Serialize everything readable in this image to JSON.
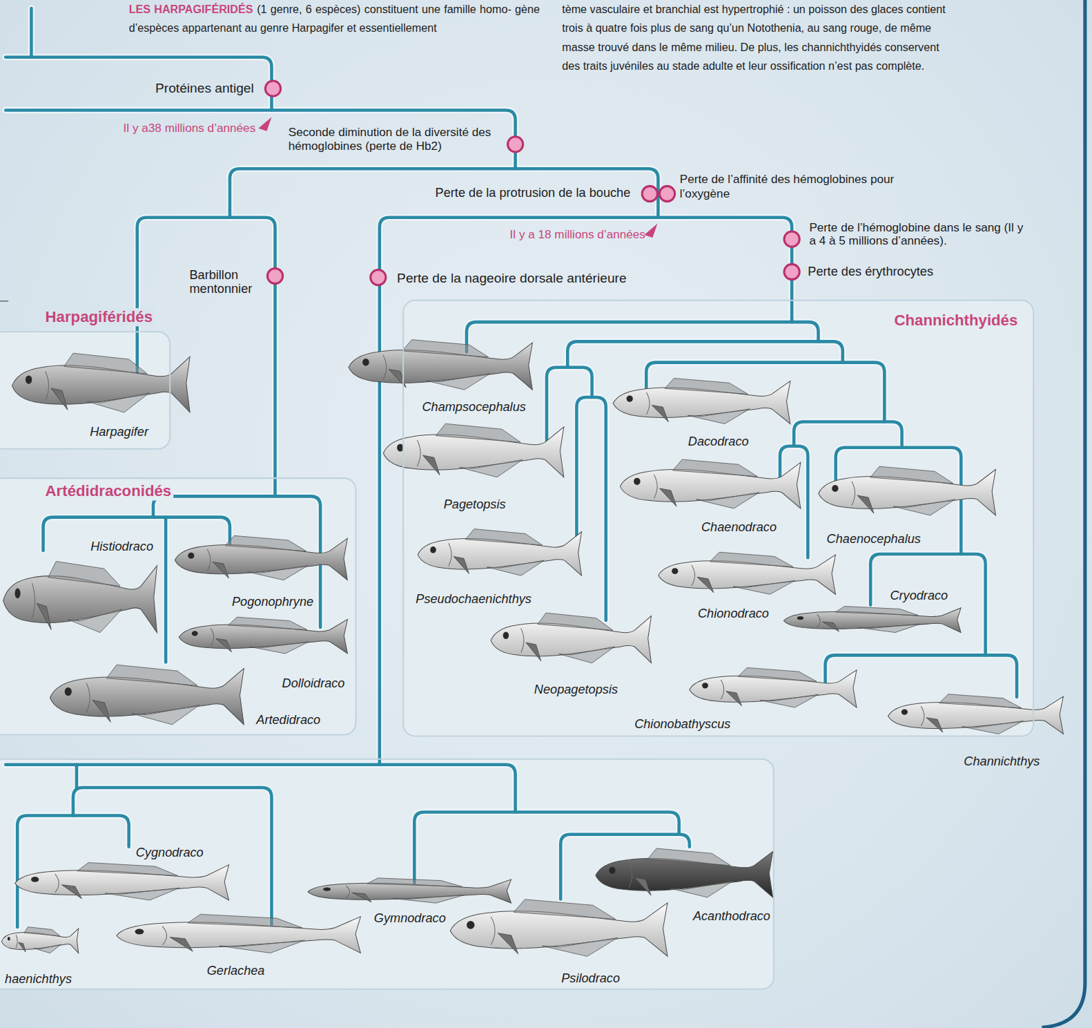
{
  "diagram": {
    "nodes": [
      {
        "text": [
          "Harpagiféridés",
          "Harpagifer"
        ]
      },
      {
        "text": [
          "Artédidraconidés",
          "Histiodraco",
          "Pogonophryne",
          "Dolloidraco",
          "Artedidraco"
        ]
      },
      {
        "text": [
          "Channichthyidés",
          "Champsocephalus",
          "Dacodraco",
          "Pagetopsis",
          "Chaenodraco",
          "Chaenocephalus",
          "Cryodraco",
          "Pseudochaenichthys",
          "Chionodraco",
          "Neopagetopsis",
          "Chionobathyscus"
        ]
      },
      {
        "text": [
          "Cygnodraco",
          "Acanthodraco",
          "Gymnodraco",
          "Gerlachea",
          "Psilodraco",
          "haenichthys"
        ]
      }
    ],
    "labels": [
      "LES HARPAGIFÉRIDÉS",
      "(1 genre, 6 espèces) constituent une famille homo- gène d’espèces appartenant au genre Harpagifer et essentiellement",
      "tème vasculaire et branchial est hypertrophié : un poisson des glaces contient trois à quatre fois plus de sang qu’un Notothenia, au sang rouge, de même masse trouvé dans le même milieu. De plus, les channichthyidés conservent des traits juvéniles au stade adulte et leur ossification n’est pas complète.",
      "Protéines antigel",
      "Il y a38 millions d’années",
      "Seconde diminution de la diversité des hémoglobines (perte de Hb2)",
      "Perte de la protrusion de la bouche",
      "Perte de l’affinité des hémoglobines pour l’oxygène",
      "Il y a 18 millions d’années",
      "Perte de l’hémoglobine dans le sang (Il y a 4 à 5 millions d’années).",
      "Perte des érythrocytes",
      "Barbillon mentonnier",
      "Perte de la nageoire dorsale antérieure",
      "Channichthys"
    ]
  }
}
